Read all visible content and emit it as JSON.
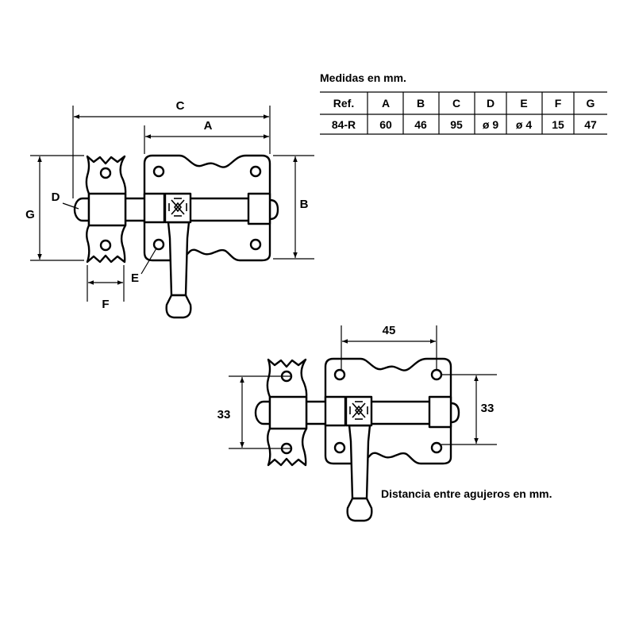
{
  "colors": {
    "line": "#000000",
    "background": "#ffffff"
  },
  "table": {
    "title": "Medidas en mm.",
    "headers": [
      "Ref.",
      "A",
      "B",
      "C",
      "D",
      "E",
      "F",
      "G"
    ],
    "rows": [
      [
        "84-R",
        "60",
        "46",
        "95",
        "ø 9",
        "ø 4",
        "15",
        "47"
      ]
    ]
  },
  "top_drawing": {
    "labels": {
      "c": "C",
      "a": "A",
      "d": "D",
      "g": "G",
      "b": "B",
      "e": "E",
      "f": "F"
    }
  },
  "bottom_drawing": {
    "hole_spacing_horizontal": "45",
    "hole_spacing_vertical_left": "33",
    "hole_spacing_vertical_right": "33",
    "caption": "Distancia entre agujeros en mm."
  }
}
